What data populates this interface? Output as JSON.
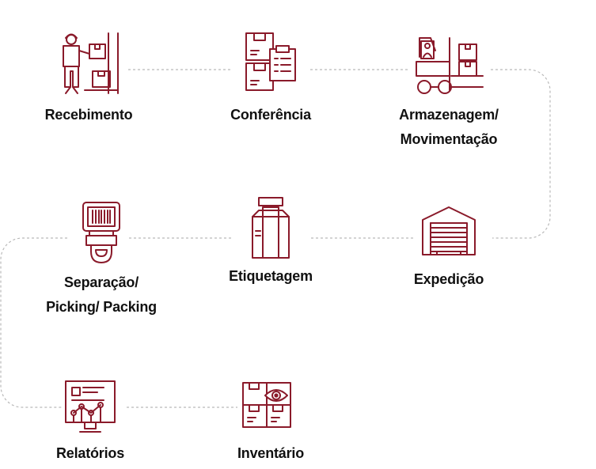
{
  "colors": {
    "accent": "#8a1a2a",
    "connector": "#b9b9b9",
    "text": "#111111"
  },
  "steps": [
    {
      "label": "Recebimento",
      "icon": "worker-boxes-icon"
    },
    {
      "label": "Conferência",
      "icon": "boxes-clipboard-icon"
    },
    {
      "label": "Armazenagem/\nMovimentação",
      "icon": "forklift-icon"
    },
    {
      "label": "Expedição",
      "icon": "warehouse-icon"
    },
    {
      "label": "Etiquetagem",
      "icon": "tape-box-icon"
    },
    {
      "label": "Separação/\nPicking/ Packing",
      "icon": "barcode-scanner-icon"
    },
    {
      "label": "Relatórios",
      "icon": "report-screen-icon"
    },
    {
      "label": "Inventário",
      "icon": "boxes-eye-icon"
    }
  ]
}
